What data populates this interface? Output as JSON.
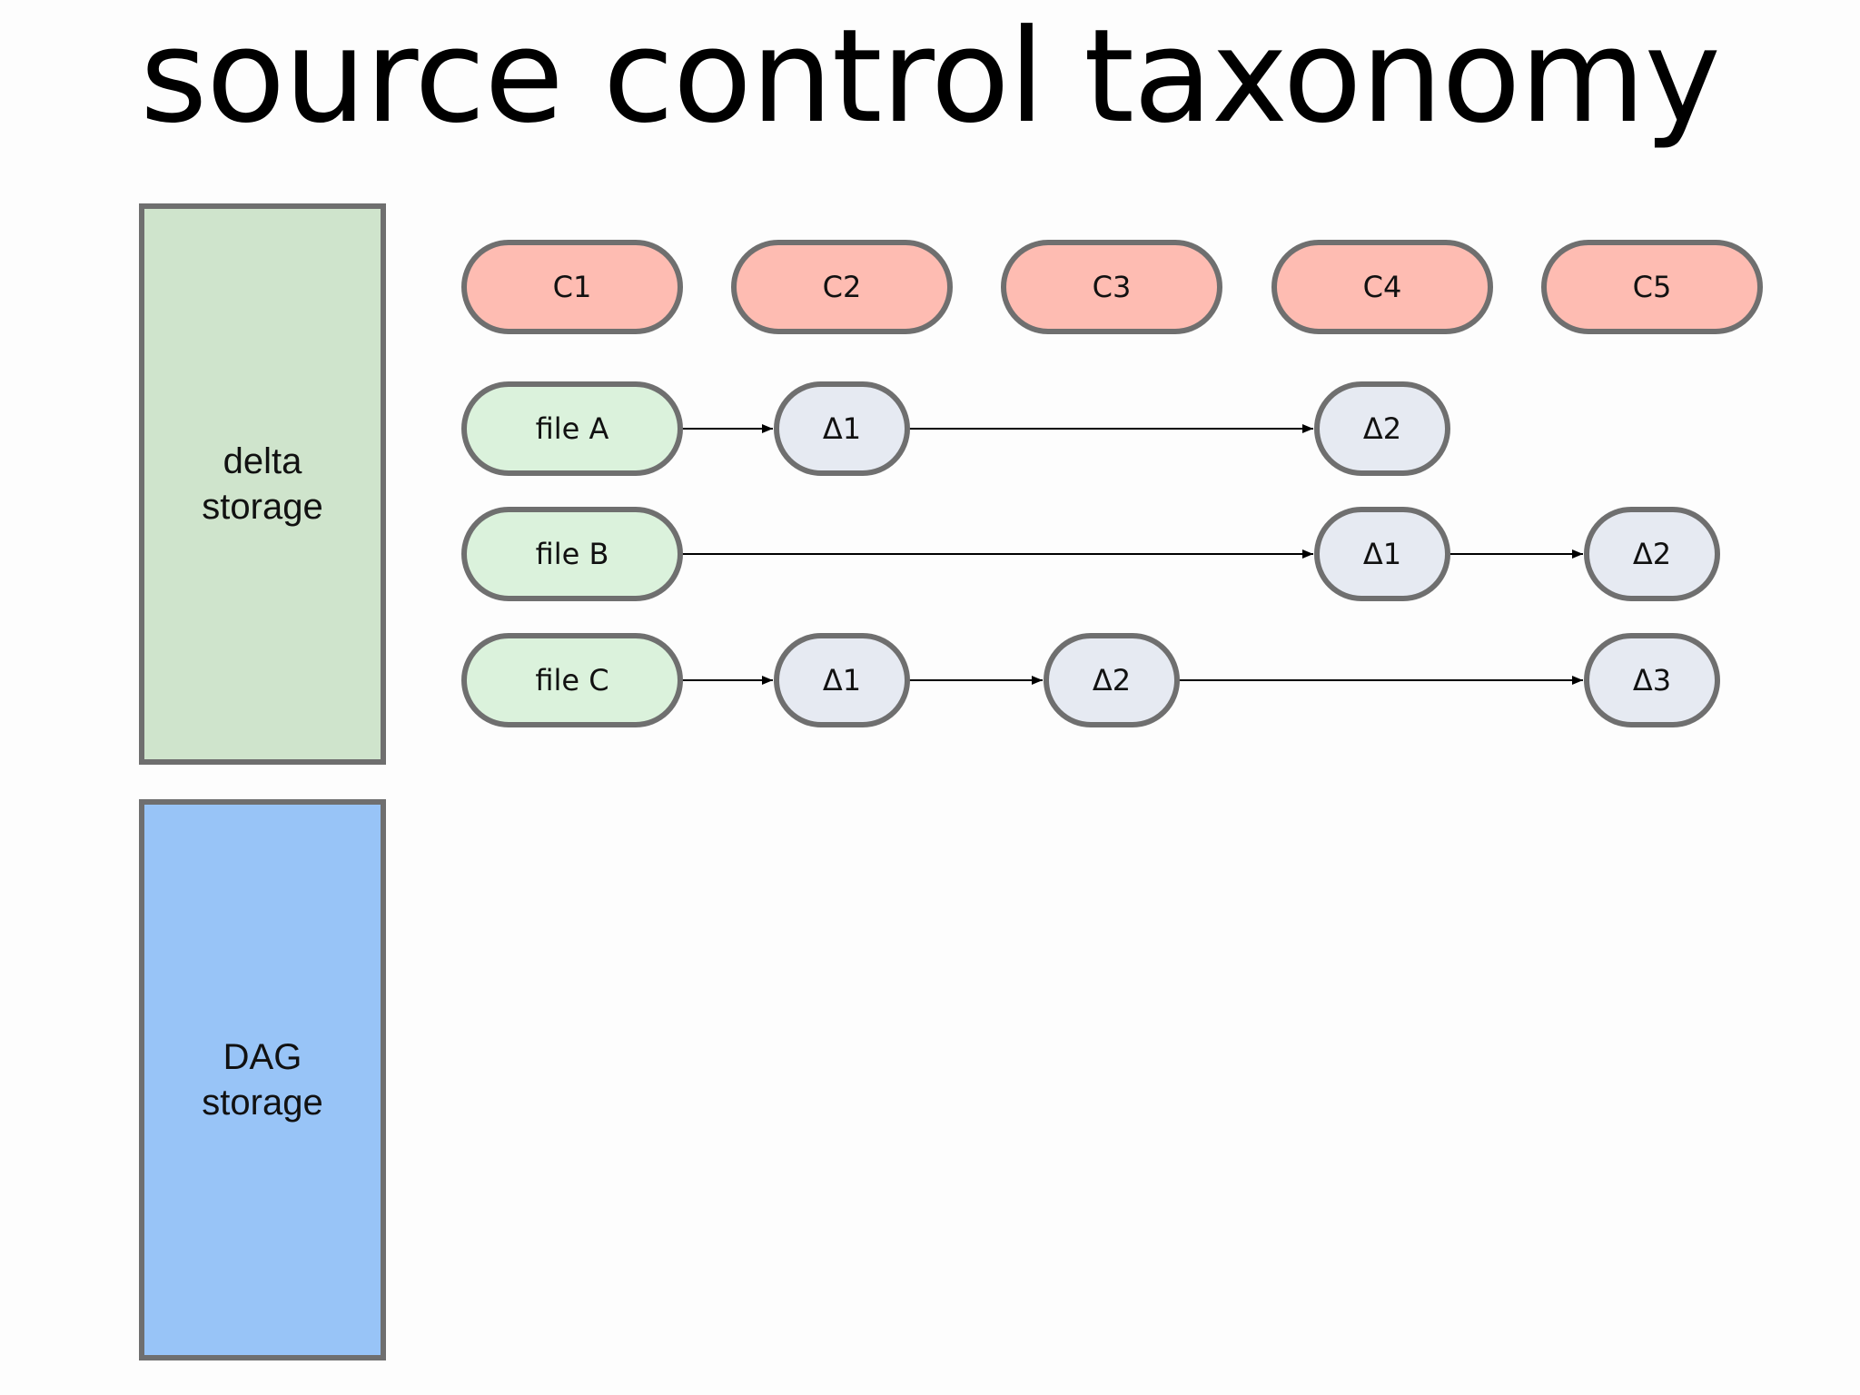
{
  "title": "source control taxonomy",
  "panels": {
    "delta": {
      "line1": "delta",
      "line2": "storage",
      "color": "#cfe4cc"
    },
    "dag": {
      "line1": "DAG",
      "line2": "storage",
      "color": "#98c4f7"
    }
  },
  "colors": {
    "commit": "#febcb2",
    "file": "#dbf2dc",
    "delta": "#e6eaf2",
    "border": "#6f6f6f"
  },
  "commits": [
    "C1",
    "C2",
    "C3",
    "C4",
    "C5"
  ],
  "files": [
    {
      "name": "file A",
      "deltas": [
        {
          "label": "Δ1",
          "commit": "C2"
        },
        {
          "label": "Δ2",
          "commit": "C4"
        }
      ]
    },
    {
      "name": "file B",
      "deltas": [
        {
          "label": "Δ1",
          "commit": "C4"
        },
        {
          "label": "Δ2",
          "commit": "C5"
        }
      ]
    },
    {
      "name": "file C",
      "deltas": [
        {
          "label": "Δ1",
          "commit": "C2"
        },
        {
          "label": "Δ2",
          "commit": "C3"
        },
        {
          "label": "Δ3",
          "commit": "C5"
        }
      ]
    }
  ]
}
